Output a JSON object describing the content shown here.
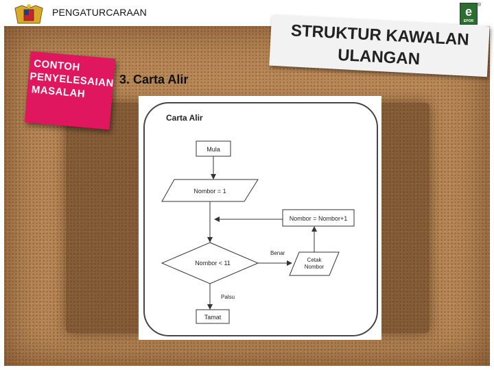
{
  "header": {
    "org_title": "PENGATURCARAAN",
    "main_title_line1": "STRUKTUR KAWALAN",
    "main_title_line2": "ULANGAN",
    "logo_letter": "e",
    "logo_caption": "EPOR",
    "logo_mark": "®"
  },
  "note": {
    "line1": "CONTOH",
    "line2": "PENYELESAIAN",
    "line3": "MASALAH"
  },
  "section": {
    "title": "3. Carta Alir"
  },
  "flowchart": {
    "title": "Carta Alir",
    "start": "Mula",
    "init": "Nombor = 1",
    "increment": "Nombor = Nombor+1",
    "condition": "Nombor < 11",
    "true_label": "Benar",
    "false_label": "Palsu",
    "output_line1": "Cetak",
    "output_line2": "Nombor",
    "end": "Tamat"
  },
  "colors": {
    "note_pink": "#e0175e",
    "logo_green": "#2c6e2f",
    "cork": "#b88756"
  }
}
